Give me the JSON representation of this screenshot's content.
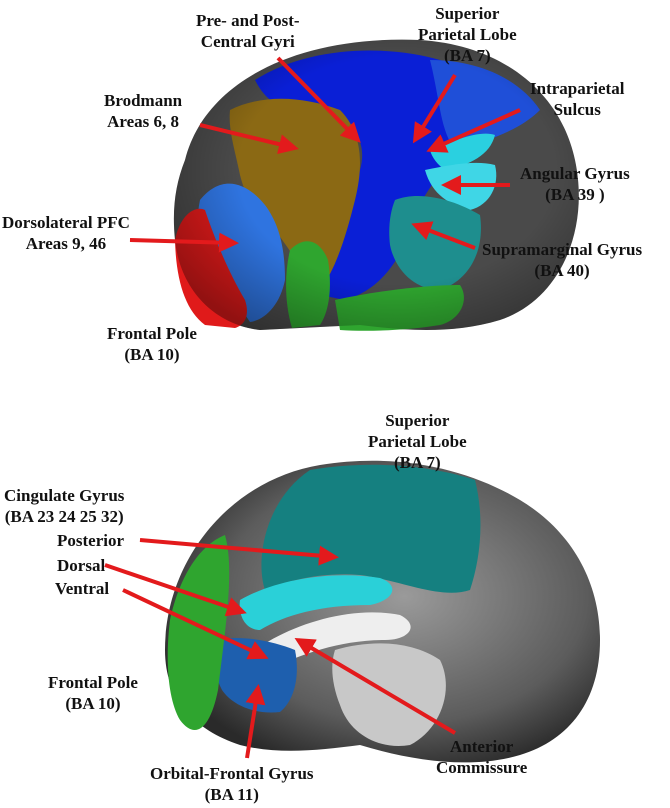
{
  "colors": {
    "arrow": "#e31a1c",
    "brodmann": "#8b6914",
    "motor": "#0a1fd6",
    "superior_parietal": "#1f4fd8",
    "intraparietal": "#2ad0e0",
    "angular": "#3fd6e6",
    "supramarginal": "#1e8e8e",
    "dlpfc": "#2f74e0",
    "frontal_pole": "#e01a1a",
    "green": "#2fa52f",
    "cortex_gray": "#5a5a5a",
    "cingulate_post": "#158080",
    "cingulate_dorsal": "#2ad0d8",
    "cingulate_ventral": "#1e5fae"
  },
  "top": {
    "pre_post_central": [
      "Pre- and Post-",
      "Central Gyri"
    ],
    "superior_parietal": [
      "Superior",
      "Parietal Lobe",
      "(BA 7)"
    ],
    "brodmann": [
      "Brodmann",
      "Areas 6, 8"
    ],
    "intraparietal": [
      "Intraparietal",
      "Sulcus"
    ],
    "angular": [
      "Angular Gyrus",
      "(BA 39 )"
    ],
    "dlpfc": [
      "Dorsolateral PFC",
      "Areas 9, 46"
    ],
    "supramarginal": [
      "Supramarginal Gyrus",
      "(BA 40)"
    ],
    "frontal_pole": [
      "Frontal Pole",
      "(BA 10)"
    ]
  },
  "bottom": {
    "superior_parietal": [
      "Superior",
      "Parietal Lobe",
      "(BA 7)"
    ],
    "cingulate": [
      "Cingulate Gyrus",
      "(BA 23 24 25 32)"
    ],
    "posterior": "Posterior",
    "dorsal": "Dorsal",
    "ventral": "Ventral",
    "frontal_pole": [
      "Frontal Pole",
      "(BA 10)"
    ],
    "anterior_commissure": [
      "Anterior",
      "Commissure"
    ],
    "orbital_frontal": [
      "Orbital-Frontal Gyrus",
      "(BA 11)"
    ]
  }
}
